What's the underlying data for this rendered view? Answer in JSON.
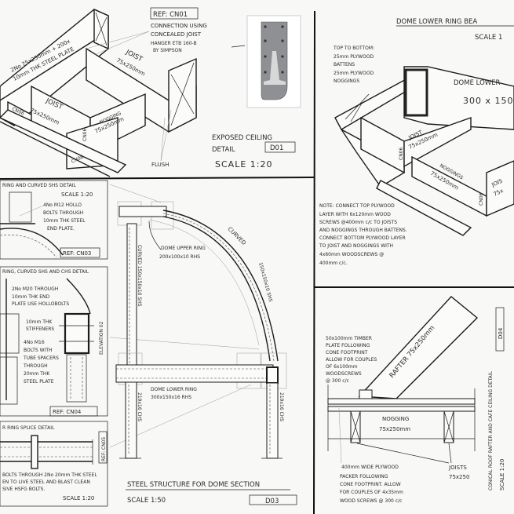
{
  "d01": {
    "beam_label": [
      "2No 75x250mm + 200x",
      "10mm THK STEEL PLATE"
    ],
    "ref": "REF: CN01",
    "connection_note": [
      "CONNECTION USING",
      "CONCEALED JOIST",
      "HANGER ETB 160-B",
      "BY SIMPSON"
    ],
    "joist_upper": [
      "JOIST",
      "75x250mm"
    ],
    "joist_lower": [
      "JOIST",
      "75x250mm"
    ],
    "nogging": [
      "NOGGING",
      "75x250mm"
    ],
    "cn06_labels": [
      "CN06",
      "CN06",
      "CN06"
    ],
    "flush": "FLUSH",
    "title": [
      "EXPOSED CEILING",
      "DETAIL"
    ],
    "code": "D01",
    "scale": "SCALE 1:20"
  },
  "d02": {
    "title": "DOME LOWER RING BEA",
    "scale": "SCALE 1",
    "layers": [
      "TOP TO BOTTOM:",
      "25mm PLYWOOD",
      "BATTENS",
      "25mm PLYWOOD",
      "NOGGINGS"
    ],
    "ring_label": [
      "DOME LOWER",
      "300 x 150"
    ],
    "joist": [
      "JOIST",
      "75x250mm"
    ],
    "noggings": [
      "NOGGINGS",
      "75x250mm"
    ],
    "joist_right": [
      "JOIS",
      "75x"
    ],
    "cn06_labels": [
      "CN06",
      "CN06"
    ],
    "note": [
      "NOTE: CONNECT TOP PLYWOOD",
      "LAYER WITH 6x120mm WOOD",
      "SCREWS @400mm c/c TO JOISTS",
      "AND NOGGINGS THROUGH BATTENS.",
      "CONNECT BOTTOM PLYWOOD LAYER",
      "TO JOIST AND NOGGINGS WITH",
      "4x60mm WOODSCREWS @",
      "400mm c/c."
    ]
  },
  "cn03": {
    "title": "RING AND CURVED SHS DETAIL",
    "scale": "SCALE 1:20",
    "note": [
      "4No M12 HOLLO",
      "BOLTS THROUGH",
      "10mm THK STEEL",
      "END PLATE."
    ],
    "ref": "REF: CN03"
  },
  "cn04": {
    "title": "RING, CURVED SHS AND CHS DETAIL",
    "note_top": [
      "2No M20 THROUGH",
      "10mm THK END",
      "PLATE USE HOLLOBOLTS"
    ],
    "stiffeners": [
      "10mm THK",
      "STIFFENERS"
    ],
    "note_bolts": [
      "4No M16",
      "BOLTS WITH",
      "TUBE SPACERS",
      "THROUGH",
      "20mm THK",
      "STEEL PLATE"
    ],
    "elevation": "ELEVATION 02",
    "ref": "REF: CN04"
  },
  "cn05": {
    "title": "R RING SPLICE DETAIL",
    "ref": "REF: CN05",
    "note": [
      "BOLTS THROUGH 2No 20mm THK STEEL",
      "EN TO LIVE STEEL AND BLAST CLEAN",
      "SIVE HSFG BOLTS."
    ],
    "scale": "SCALE 1:20"
  },
  "d03": {
    "upper_ring": [
      "DOME UPPER RING",
      "200x100x10 RHS"
    ],
    "curved_vertical": "CURVED 150x150x10 SHS",
    "curved_arc": "CURVED",
    "arc_size": "150x150x10 SHS",
    "lower_ring": [
      "DOME LOWER RING",
      "300x150x16 RHS"
    ],
    "chs_left": "219x16 CHS",
    "chs_right": "219x16 CHS",
    "title": "STEEL STRUCTURE FOR DOME SECTION",
    "scale": "SCALE 1:50",
    "code": "D03"
  },
  "d04": {
    "rafter": "RAFTER 75x250mm",
    "plate_note": [
      "50x100mm TIMBER",
      "PLATE FOLLOWING",
      "CONE FOOTPRINT",
      "ALLOW FOR COUPLES",
      "OF 6x100mm",
      "WOODSCREWS",
      "@ 300 c/c"
    ],
    "nogging": [
      "NOGGING",
      "75x250mm"
    ],
    "packer_note": [
      "400mm WIDE PLYWOOD",
      "PACKER FOLLOWING",
      "CONE FOOTPRINT. ALLOW",
      "FOR COUPLES OF 4x35mm",
      "WOOD SCREWS @ 300 c/c"
    ],
    "joists": [
      "JOISTS",
      "75x250"
    ],
    "title": "CONICAL ROOF RAFTER AND CAFE CEILING DETAIL",
    "code": "D04",
    "scale": "SCALE 1:20"
  }
}
